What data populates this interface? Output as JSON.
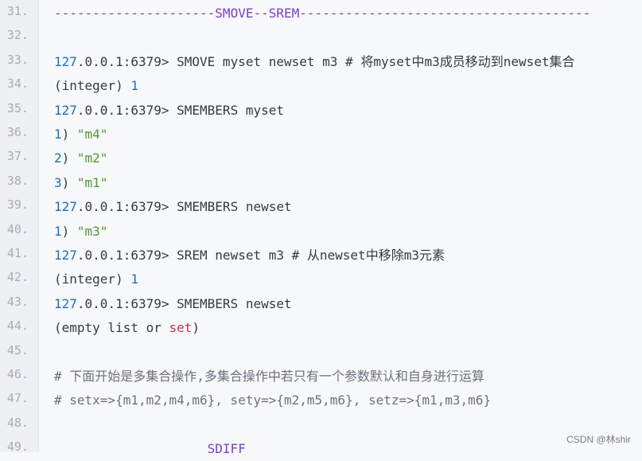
{
  "editor": {
    "lines": [
      {
        "num": "31.",
        "tokens": [
          {
            "text": "---------------------",
            "cls": "c-dash"
          },
          {
            "text": "SMOVE--SREM",
            "cls": "c-heading"
          },
          {
            "text": "--------------------------------------",
            "cls": "c-dash"
          }
        ]
      },
      {
        "num": "32.",
        "tokens": []
      },
      {
        "num": "33.",
        "tokens": [
          {
            "text": "127",
            "cls": "c-num"
          },
          {
            "text": ".0.0.1:6379> SMOVE myset newset m3 # 将myset中m3成员移动到newset集合",
            "cls": "c-default"
          }
        ]
      },
      {
        "num": "34.",
        "tokens": [
          {
            "text": "(integer) ",
            "cls": "c-default"
          },
          {
            "text": "1",
            "cls": "c-num"
          }
        ]
      },
      {
        "num": "35.",
        "tokens": [
          {
            "text": "127",
            "cls": "c-num"
          },
          {
            "text": ".0.0.1:6379> SMEMBERS myset",
            "cls": "c-default"
          }
        ]
      },
      {
        "num": "36.",
        "tokens": [
          {
            "text": "1",
            "cls": "c-num"
          },
          {
            "text": ") ",
            "cls": "c-default"
          },
          {
            "text": "\"m4\"",
            "cls": "c-str"
          }
        ]
      },
      {
        "num": "37.",
        "tokens": [
          {
            "text": "2",
            "cls": "c-num"
          },
          {
            "text": ") ",
            "cls": "c-default"
          },
          {
            "text": "\"m2\"",
            "cls": "c-str"
          }
        ]
      },
      {
        "num": "38.",
        "tokens": [
          {
            "text": "3",
            "cls": "c-num"
          },
          {
            "text": ") ",
            "cls": "c-default"
          },
          {
            "text": "\"m1\"",
            "cls": "c-str"
          }
        ]
      },
      {
        "num": "39.",
        "tokens": [
          {
            "text": "127",
            "cls": "c-num"
          },
          {
            "text": ".0.0.1:6379> SMEMBERS newset",
            "cls": "c-default"
          }
        ]
      },
      {
        "num": "40.",
        "tokens": [
          {
            "text": "1",
            "cls": "c-num"
          },
          {
            "text": ") ",
            "cls": "c-default"
          },
          {
            "text": "\"m3\"",
            "cls": "c-str"
          }
        ]
      },
      {
        "num": "41.",
        "tokens": [
          {
            "text": "127",
            "cls": "c-num"
          },
          {
            "text": ".0.0.1:6379> SREM newset m3 # 从newset中移除m3元素",
            "cls": "c-default"
          }
        ]
      },
      {
        "num": "42.",
        "tokens": [
          {
            "text": "(integer) ",
            "cls": "c-default"
          },
          {
            "text": "1",
            "cls": "c-num"
          }
        ]
      },
      {
        "num": "43.",
        "tokens": [
          {
            "text": "127",
            "cls": "c-num"
          },
          {
            "text": ".0.0.1:6379> SMEMBERS newset",
            "cls": "c-default"
          }
        ]
      },
      {
        "num": "44.",
        "tokens": [
          {
            "text": "(empty list or ",
            "cls": "c-default"
          },
          {
            "text": "set",
            "cls": "c-key"
          },
          {
            "text": ")",
            "cls": "c-default"
          }
        ]
      },
      {
        "num": "45.",
        "tokens": []
      },
      {
        "num": "46.",
        "tokens": [
          {
            "text": "# 下面开始是多集合操作,多集合操作中若只有一个参数默认和自身进行运算",
            "cls": "c-comment"
          }
        ]
      },
      {
        "num": "47.",
        "tokens": [
          {
            "text": "# setx=>{m1,m2,m4,m6}, sety=>{m2,m5,m6}, setz=>{m1,m3,m6}",
            "cls": "c-comment"
          }
        ]
      },
      {
        "num": "48.",
        "tokens": []
      },
      {
        "num": "49.",
        "tokens": [
          {
            "text": "                    ",
            "cls": "c-default"
          },
          {
            "text": "SDIFF",
            "cls": "c-heading"
          }
        ]
      }
    ]
  },
  "watermark": "CSDN @林shir"
}
